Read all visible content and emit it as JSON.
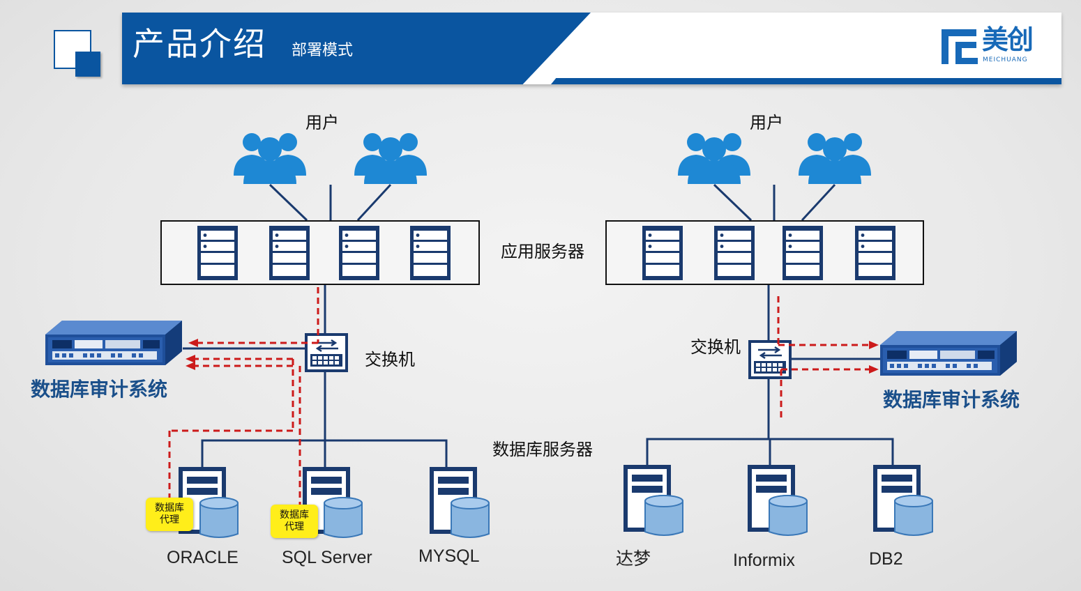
{
  "header": {
    "title": "产品介绍",
    "subtitle": "部署模式",
    "logo_text": "美创",
    "logo_sub": "MEICHUANG",
    "accent_color": "#0a55a0"
  },
  "left": {
    "users_label": "用户",
    "switch_label": "交换机",
    "audit_label": "数据库审计系统",
    "agent_label_line1": "数据库",
    "agent_label_line2": "代理",
    "databases": [
      "ORACLE",
      "SQL Server",
      "MYSQL"
    ]
  },
  "center": {
    "app_servers_label": "应用服务器",
    "db_servers_label": "数据库服务器"
  },
  "right": {
    "users_label": "用户",
    "switch_label": "交换机",
    "audit_label": "数据库审计系统",
    "databases": [
      "达梦",
      "Informix",
      "DB2"
    ]
  },
  "colors": {
    "line": "#1a3a6e",
    "dashed": "#cc1a1a",
    "user_icon": "#1e88d4",
    "db_cylinder": "#8ab6e0"
  }
}
